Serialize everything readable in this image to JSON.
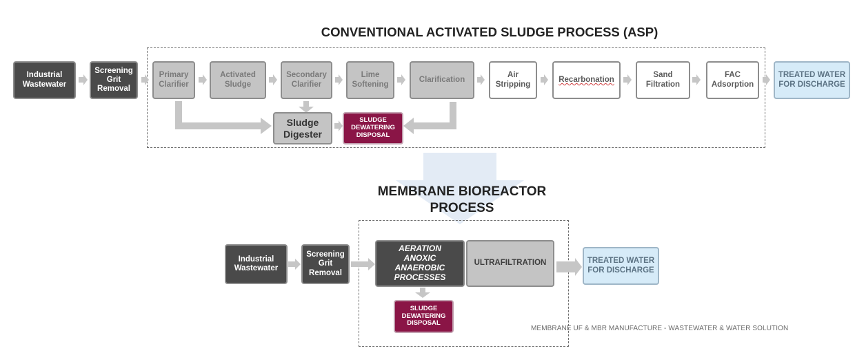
{
  "asp": {
    "title": "CONVENTIONAL ACTIVATED SLUDGE PROCESS (ASP)",
    "steps": {
      "industrial_wastewater": "Industrial\nWastewater",
      "screening": "Screening\nGrit\nRemoval",
      "primary_clarifier": "Primary\nClarifier",
      "activated_sludge": "Activated\nSludge",
      "secondary_clarifier": "Secondary\nClarifier",
      "lime_softening": "Lime\nSoftening",
      "clarification": "Clarification",
      "air_stripping": "Air\nStripping",
      "recarbonation": "Recarbonation",
      "sand_filtration": "Sand\nFiltration",
      "fac_adsorption": "FAC\nAdsorption",
      "treated_water": "TREATED WATER\nFOR DISCHARGE",
      "sludge_digester": "Sludge\nDigester",
      "sludge_dewatering": "SLUDGE\nDEWATERING\nDISPOSAL"
    }
  },
  "mbr": {
    "title": "MEMBRANE BIOREACTOR\nPROCESS",
    "steps": {
      "industrial_wastewater": "Industrial\nWastewater",
      "screening": "Screening\nGrit\nRemoval",
      "aeration": "AERATION\nANOXIC\nANAEROBIC\nPROCESSES",
      "ultrafiltration": "ULTRAFILTRATION",
      "treated_water": "TREATED WATER\nFOR DISCHARGE",
      "sludge_dewatering": "SLUDGE\nDEWATERING\nDISPOSAL"
    }
  },
  "footer": "MEMBRANE UF & MBR MANUFACTURE - WASTEWATER & WATER  SOLUTION",
  "colors": {
    "dark": "#4a4a4a",
    "gray": "#c4c4c4",
    "maroon": "#8a1546",
    "blue": "#d6ebf8",
    "arrow": "#c8c8c8",
    "big_arrow": "#dfe8f3"
  }
}
